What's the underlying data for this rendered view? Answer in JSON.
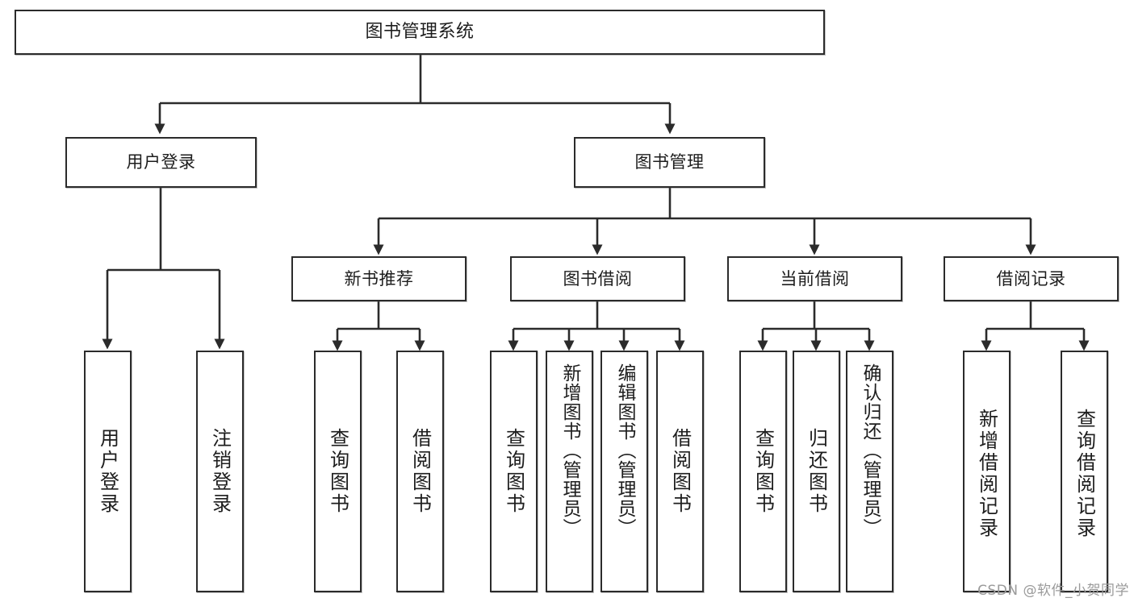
{
  "diagram": {
    "type": "tree",
    "title": "图书管理系统",
    "orientation": "top-down",
    "watermark": "CSDN @软件_小贺同学",
    "colors": {
      "box_border": "#2b2b2b",
      "box_fill": "#ffffff",
      "edge": "#2b2b2b",
      "text": "#1d1d1d",
      "watermark": "#9a9a9a"
    },
    "nodes": {
      "root": {
        "label": "图书管理系统"
      },
      "level2": [
        {
          "id": "user-login",
          "label": "用户登录"
        },
        {
          "id": "book-manage",
          "label": "图书管理"
        }
      ],
      "level3": [
        {
          "id": "new-book-recommend",
          "label": "新书推荐"
        },
        {
          "id": "book-borrow",
          "label": "图书借阅"
        },
        {
          "id": "current-borrow",
          "label": "当前借阅"
        },
        {
          "id": "borrow-record",
          "label": "借阅记录"
        }
      ],
      "leaves": {
        "user_login": [
          {
            "id": "leaf-user-login",
            "label": "用户登录"
          },
          {
            "id": "leaf-logout-login",
            "label": "注销登录"
          }
        ],
        "new_book_recommend": [
          {
            "id": "leaf-query-book-1",
            "label": "查询图书"
          },
          {
            "id": "leaf-borrow-book-1",
            "label": "借阅图书"
          }
        ],
        "book_borrow": [
          {
            "id": "leaf-query-book-2",
            "label": "查询图书"
          },
          {
            "id": "leaf-add-book-admin",
            "label": "新增图书（管理员）"
          },
          {
            "id": "leaf-edit-book-admin",
            "label": "编辑图书（管理员）"
          },
          {
            "id": "leaf-borrow-book-2",
            "label": "借阅图书"
          }
        ],
        "current_borrow": [
          {
            "id": "leaf-query-book-3",
            "label": "查询图书"
          },
          {
            "id": "leaf-return-book",
            "label": "归还图书"
          },
          {
            "id": "leaf-confirm-return-admin",
            "label": "确认归还（管理员）"
          }
        ],
        "borrow_record": [
          {
            "id": "leaf-add-borrow-record",
            "label": "新增借阅记录"
          },
          {
            "id": "leaf-query-borrow-record",
            "label": "查询借阅记录"
          }
        ]
      }
    }
  }
}
